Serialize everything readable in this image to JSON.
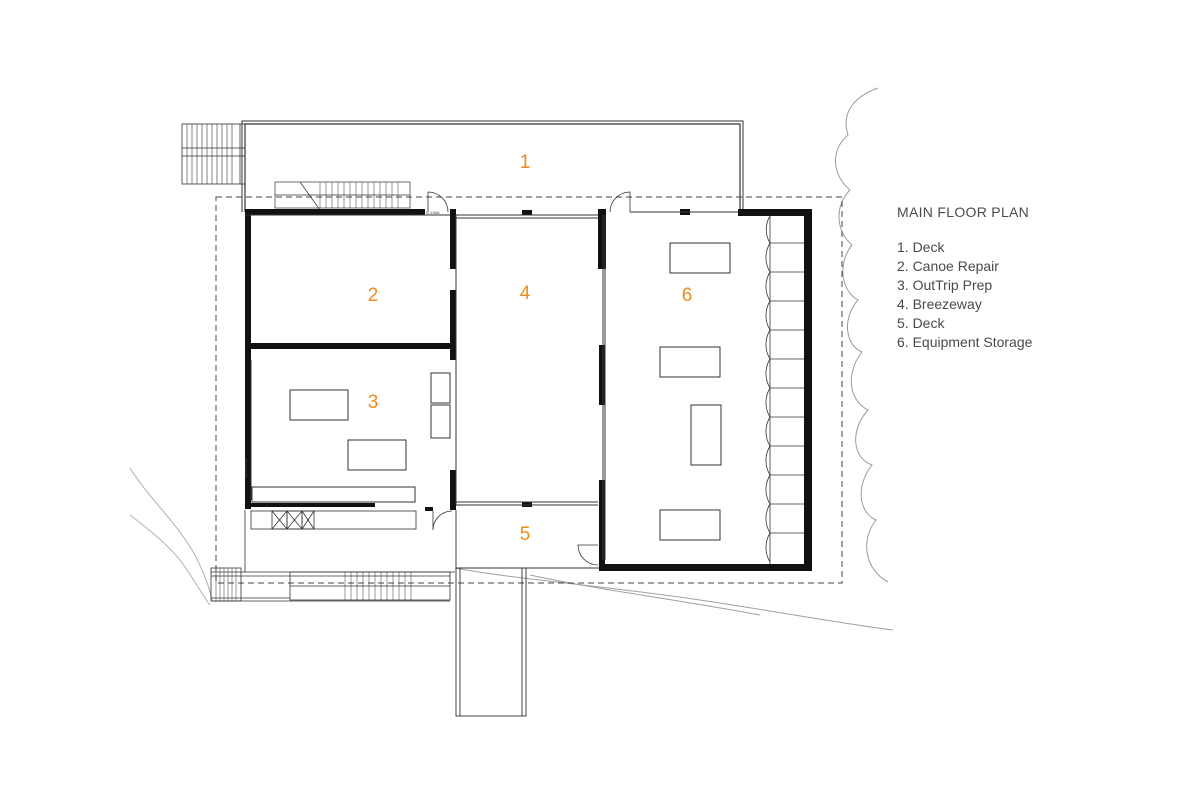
{
  "title": "MAIN FLOOR PLAN",
  "door_tag": "D-100A",
  "rooms": [
    {
      "number": "1",
      "name": "Deck"
    },
    {
      "number": "2",
      "name": "Canoe Repair"
    },
    {
      "number": "3",
      "name": "OutTrip Prep"
    },
    {
      "number": "4",
      "name": "Breezeway"
    },
    {
      "number": "5",
      "name": "Deck"
    },
    {
      "number": "6",
      "name": "Equipment Storage"
    }
  ],
  "legend": [
    "1. Deck",
    "2. Canoe Repair",
    "3. OutTrip Prep",
    "4. Breezeway",
    "5. Deck",
    "6. Equipment Storage"
  ],
  "colors": {
    "accent": "#f08a1c",
    "wall": "#111111",
    "line": "#555555",
    "text": "#4a4a4a"
  }
}
